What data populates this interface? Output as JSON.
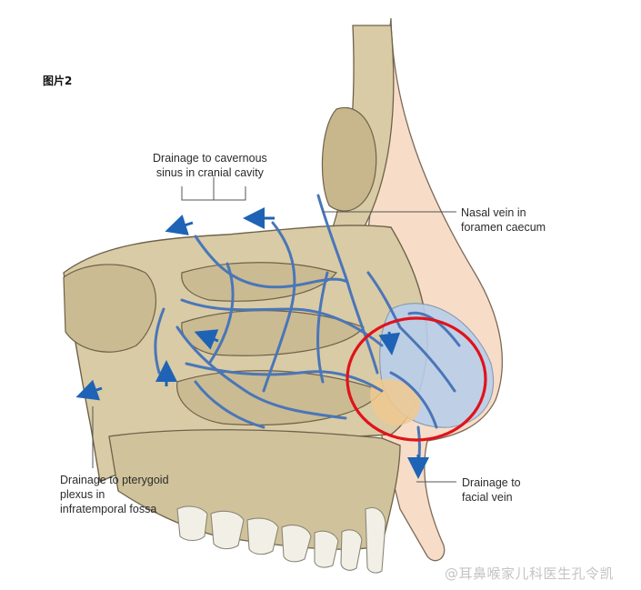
{
  "figure_tag": "图片2",
  "labels": {
    "cavernous": [
      "Drainage to cavernous",
      "sinus in cranial cavity"
    ],
    "nasal_vein": [
      "Nasal vein in",
      "foramen caecum"
    ],
    "pterygoid": [
      "Drainage to pterygoid",
      "plexus in",
      "infratemporal fossa"
    ],
    "facial": [
      "Drainage to",
      "facial vein"
    ]
  },
  "watermark": "@耳鼻喉家儿科医生孔令凯",
  "colors": {
    "bone": "#d8cba6",
    "bone_dark": "#b7a57c",
    "bone_outline": "#6f6248",
    "vein": "#4a76b8",
    "skin": "#f7ddc8",
    "cartilage": "#b9cfea",
    "highlight": "#e0131b",
    "arrow": "#1e63b5"
  }
}
